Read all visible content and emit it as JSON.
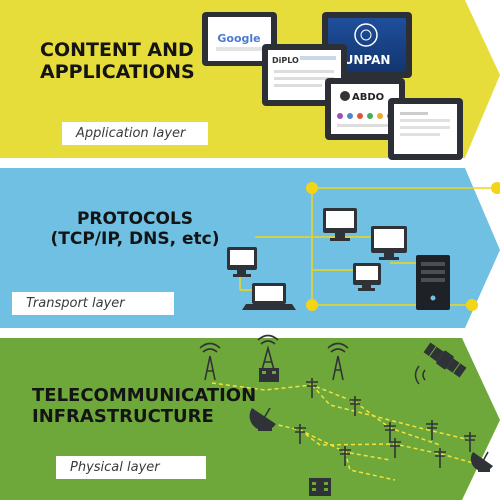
{
  "layers": [
    {
      "id": "application",
      "title_lines": [
        "CONTENT AND",
        "APPLICATIONS"
      ],
      "tag": "Application layer",
      "color": "#e6dd3a"
    },
    {
      "id": "transport",
      "title_lines": [
        "PROTOCOLS",
        "(TCP/IP, DNS, etc)"
      ],
      "tag": "Transport layer",
      "color": "#6fc0e2"
    },
    {
      "id": "physical",
      "title_lines": [
        "TELECOMMUNICATION",
        "INFRASTRUCTURE"
      ],
      "tag": "Physical layer",
      "color": "#6ea83a"
    }
  ],
  "screens": {
    "google": "Google",
    "diplo": "DiPLO",
    "unpan": "UNPAN",
    "abdo": "ABDO"
  },
  "accent_colors": {
    "node_yellow": "#f3d417",
    "dashed_yellow": "#f1e23a",
    "screen_frame": "#2c3036",
    "icon_dark": "#2f3338"
  },
  "icons": [
    "monitor-icon",
    "laptop-icon",
    "server-tower-icon",
    "radio-tower-icon",
    "utility-pole-icon",
    "satellite-icon",
    "satellite-dish-icon",
    "building-icon"
  ]
}
